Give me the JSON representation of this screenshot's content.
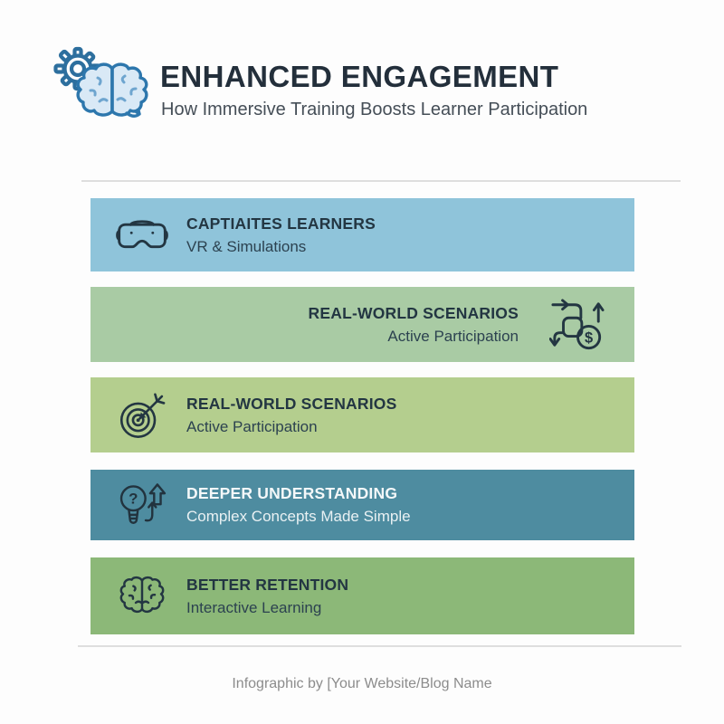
{
  "header": {
    "title": "ENHANCED ENGAGEMENT",
    "subtitle": "How Immersive Training Boosts Learner Participation",
    "logo_icon": "gear-brain-icon",
    "title_color": "#232f3b",
    "subtitle_color": "#454e57",
    "logo_outline_color": "#2d6f9e",
    "logo_fill_color": "#d9e9f6"
  },
  "rows": [
    {
      "heading": "CAPTIAITES LEARNERS",
      "sub": "VR & Simulations",
      "icon": "vr-headset-icon",
      "align": "left",
      "bg": "#8fc4da",
      "heading_color": "#233642",
      "sub_color": "#2c4250",
      "icon_color": "#233642"
    },
    {
      "heading": "REAL-WORLD SCENARIOS",
      "sub": "Active Participation",
      "icon": "money-flow-icon",
      "icon_glyph": "$",
      "align": "right",
      "bg": "#a9cba4",
      "heading_color": "#233642",
      "sub_color": "#2c4250",
      "icon_color": "#233642"
    },
    {
      "heading": "REAL-WORLD SCENARIOS",
      "sub": "Active Participation",
      "icon": "target-dart-icon",
      "align": "left",
      "bg": "#b4ce8e",
      "heading_color": "#233642",
      "sub_color": "#2c4250",
      "icon_color": "#233642"
    },
    {
      "heading": "DEEPER UNDERSTANDING",
      "sub": "Complex Concepts Made Simple",
      "icon": "lightbulb-question-icon",
      "icon_glyph": "?",
      "align": "left",
      "bg": "#4e8ca0",
      "heading_color": "#f4f8f9",
      "sub_color": "#e9f1f3",
      "icon_color": "#22333e"
    },
    {
      "heading": "BETTER RETENTION",
      "sub": "Interactive Learning",
      "icon": "brain-icon",
      "align": "left",
      "bg": "#8cb878",
      "heading_color": "#233642",
      "sub_color": "#2c4250",
      "icon_color": "#233642"
    }
  ],
  "footer": {
    "credit": "Infographic by [Your Website/Blog Name"
  }
}
